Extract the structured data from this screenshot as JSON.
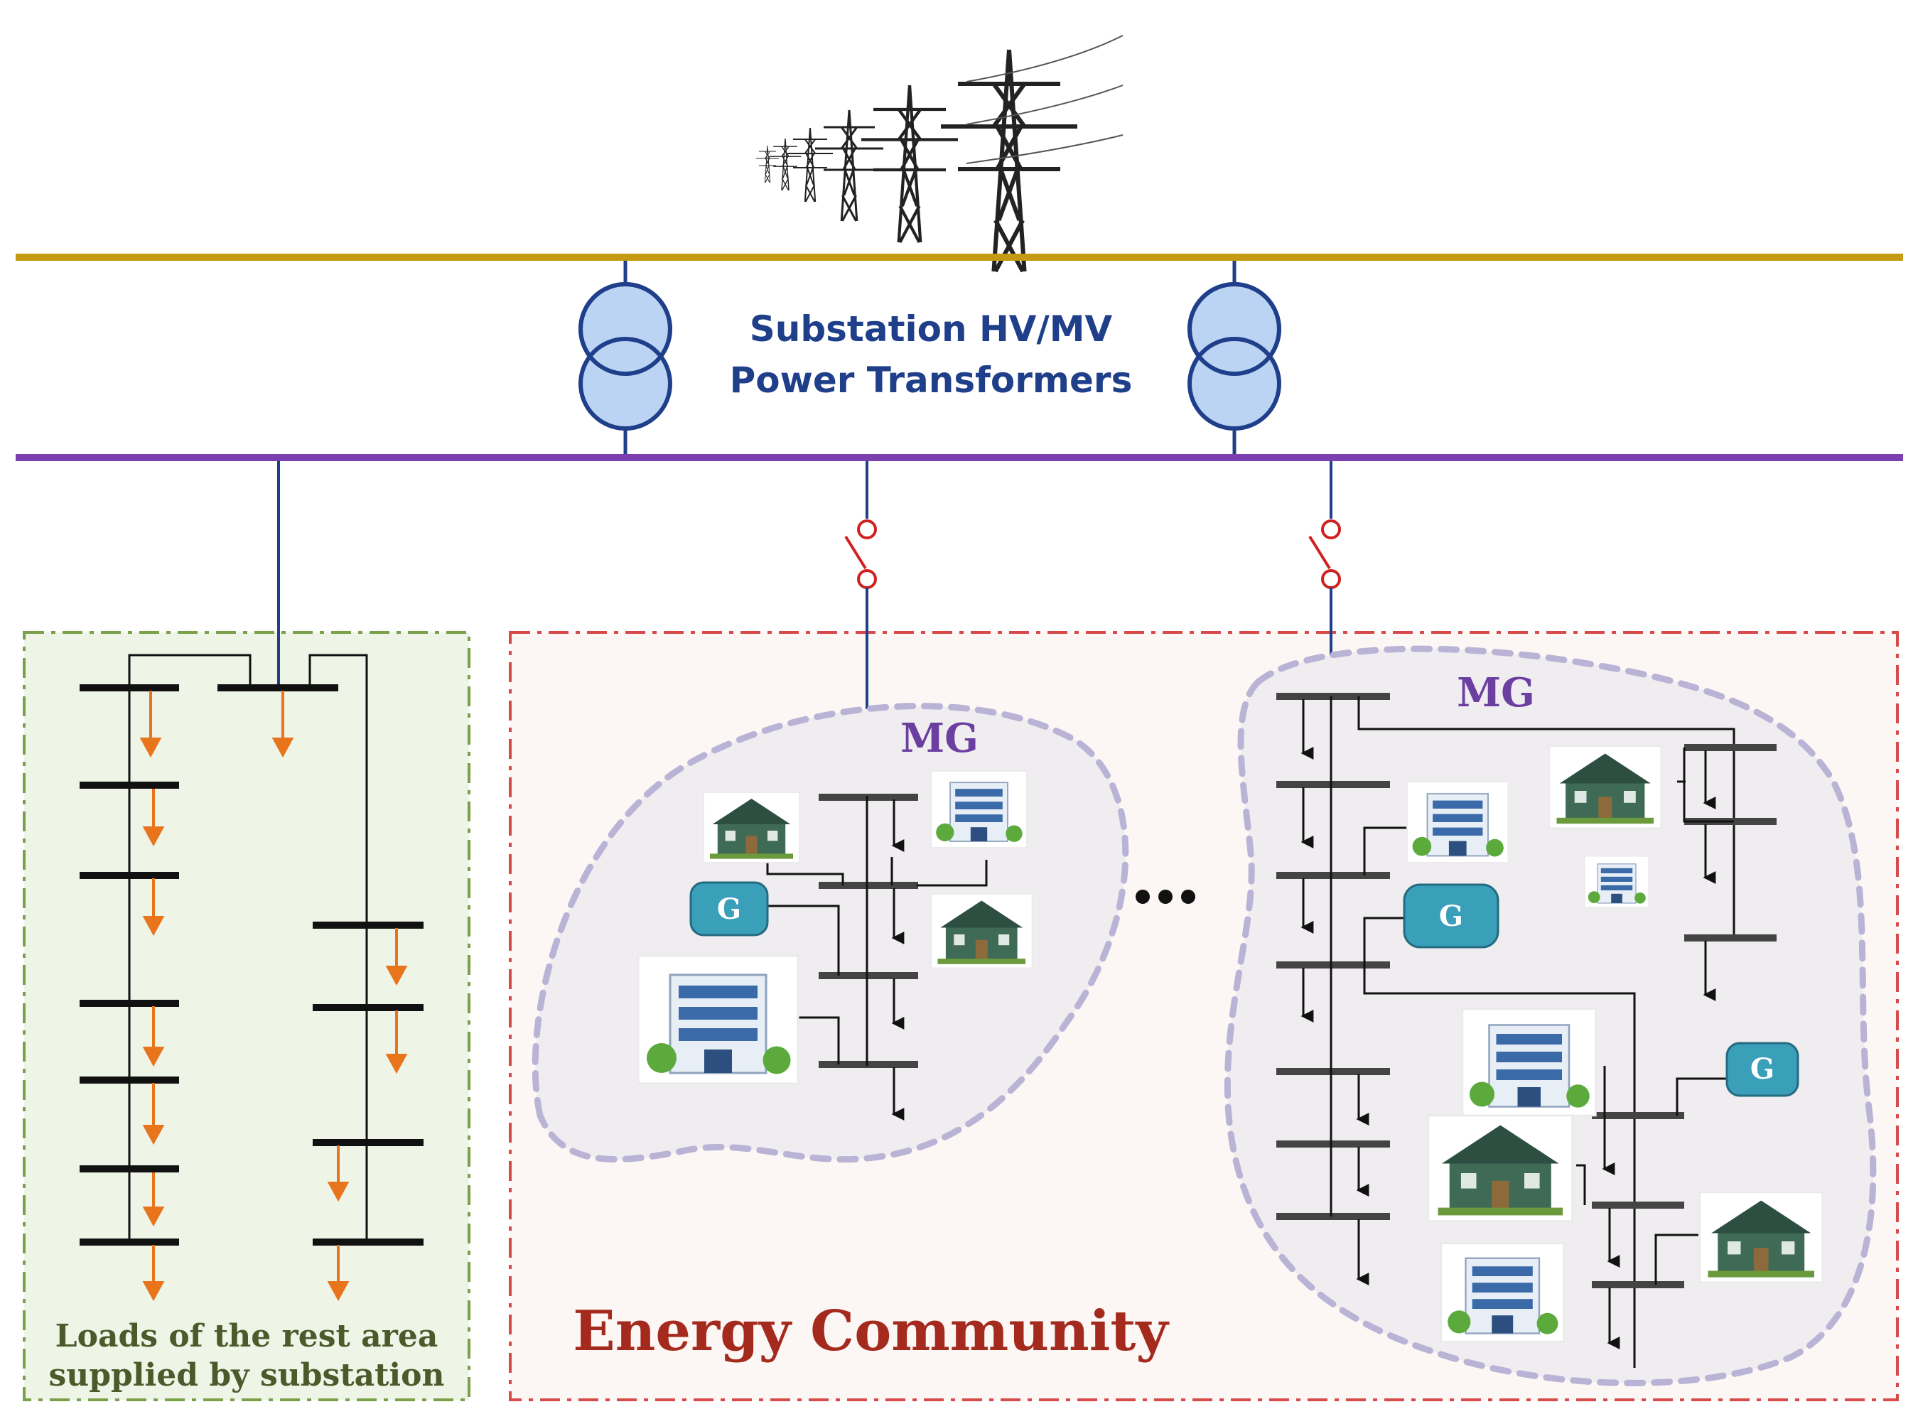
{
  "substation": {
    "label_line1": "Substation HV/MV",
    "label_line2": "Power Transformers"
  },
  "microgrid_label": "MG",
  "generator_label": "G",
  "community_label": "Energy Community",
  "rest_area": {
    "label_line1": "Loads of the rest area",
    "label_line2": "supplied by substation"
  },
  "colors": {
    "hv_bus": "#c49a12",
    "mv_bus": "#7b3fb0",
    "feeder": "#1f3f8a",
    "breaker": "#d02020",
    "load_arrow": "#e8741c",
    "mg_boundary": "#b9b3d6",
    "community_border": "#d84a4a",
    "rest_border": "#7aa04a",
    "generator": "#3a9fb8",
    "building": "#3a6aa8",
    "house": "#3f6a56"
  }
}
